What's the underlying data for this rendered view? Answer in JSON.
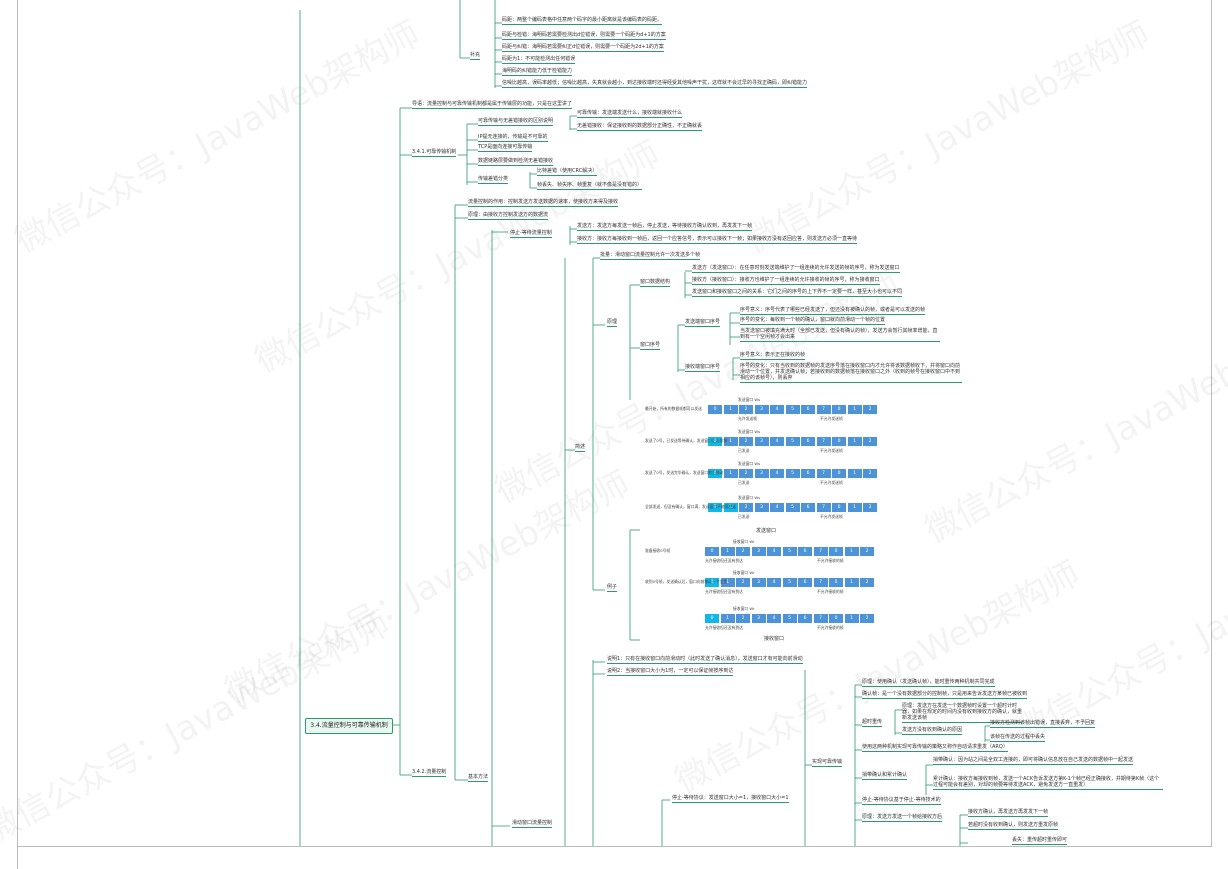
{
  "colors": {
    "branch": "#2a9a71",
    "root_bg": "#e9f7f1",
    "cell_blue": "#4c93d8",
    "cell_cyan": "#11b7e6",
    "frame": "#bdbdbd"
  },
  "watermark": "微信公众号：JavaWeb架构师",
  "root": "3.4.流量控制与可靠传输机制",
  "top_section": {
    "bujuan": "补充",
    "lines": [
      "码距：两整个编码表格中任意两个码字的最小距离就是该编码表的码距。",
      "码距与检错：海明码若需要检测出d位错误，则需要一个码距为d+1的方案",
      "码距与纠错：海明码若需要纠正d位错误，则需要一个码距为2d+1的方案",
      "码距为1：不可能检测出任何错误",
      "海明码的纠错能力低于检错能力",
      "信噪比越高，误码率越低；信噪比越高，失真就会越小，到达接收端时还得经受其他噪声干扰，这样就不会过早的寻找正确码，即纠错能力"
    ]
  },
  "preamble": "导语：流量控制与可靠传输机制都是属于传输层的功能，只是在这里讲了",
  "s341": {
    "label": "3.4.1.可靠传输机制",
    "items": [
      "可靠传输与无差错接收的区别说明",
      "IP提无连接的，传输是不可靠的",
      "TCP是面向连接可靠传输",
      "数据链路层要做到检测无差错接收",
      "传输差错分类"
    ],
    "reliable_sub": [
      "可靠传输：发送端发送什么，接收端就接收什么",
      "无差错接收：保证接收到的数据部分正确性，不正确就丢"
    ],
    "error_sub": [
      "比特差错（使用CRC解决）",
      "帧丢失、帧失序、帧重复（就不像是没有错的）"
    ]
  },
  "s342": {
    "label": "3.4.2.流量控制",
    "purpose": "流量控制的作用：控制发送方发送数据的速率，使接收方来得及接收",
    "principle": "原理：由接收方控制发送方的数据流",
    "basic_method": "基本方法",
    "stopwait": {
      "label": "停止-等待流量控制",
      "items": [
        "发送方：发送方每发送一帧后，停止发送，等待接收方确认收到，再发发下一帧",
        "接收方：接收方每接收到一帧后，返回一个应答信号，表示可以接收下一帧；如果接收方没有返回应答，则发送方必须一直等待"
      ]
    },
    "sliding": {
      "label": "滑动窗口流量控制",
      "overview": "简述",
      "note": "批量：滑动窗口流量控制允许一次发送多个帧",
      "principle": "原理",
      "window_struct": "窗口数据结构",
      "window_struct_items": [
        "发送方（发送窗口）：在任意时刻发送端维护了一组连续的允许发送的帧的序号，称为发送窗口",
        "接收方（接收窗口）：接收方也维护了一组连续的允许接收的帧的序号，称为接收窗口",
        "发送窗口和接收窗口之间的关系：它们之间的序号的上下界不一定要一样，甚至大小也可以不同"
      ],
      "window_seq": "窗口序号",
      "send_seq": "发送端窗口序号",
      "send_seq_items": [
        "序号意义：序号代表了哪些已经发送了，但还没有被确认的帧，或者是可以发送的帧",
        "序号的变化：每收到一个帧的确认，窗口就向前滑动一个帧的位置",
        "当发送窗口被填充满大时（全部已发送，但没有确认的帧），发送方会暂行其帧率增能，直到有一个空闲帧才会出来"
      ],
      "recv_seq": "接收端窗口序号",
      "recv_seq_items": [
        "序号意义：表示正在接收的帧",
        "序号的变化：只有当收到的数据帧的发送序号落在接收窗口内才允许将该数据帧收下，并将窗口向前滑动一个位置，并发送确认帧；若接收到的数据帧落在接收窗口之外（收到的帧号在接收窗口中不到 相应的该帧号），则丢弃"
      ],
      "example": "例子",
      "send_window_caption": "发送窗口",
      "recv_window_caption": "接收窗口",
      "seq_cells": [
        "0",
        "1",
        "2",
        "3",
        "4",
        "5",
        "6",
        "7",
        "0",
        "1",
        "2"
      ],
      "diagram_labels": [
        "发送窗口 Ws",
        "最开始，所有的数据帧都可以发送",
        "发送了0号，已发送等待确认，发送窗口后沿前移",
        "发送了0号，发送完毕确认，发送窗口前沿移动",
        "全部发送，但没有确认，窗口满，发送窗口不能再发送",
        "已发送",
        "允许发送帧",
        "不允许发送帧",
        "允许发送但未发送",
        "已发送并收到确认",
        "允许发送但还没有到达",
        "接收窗口",
        "接收窗口 Wr",
        "准备接收0号帧",
        "收到0号帧，发送确认后，窗口向前移动一个位置",
        "已经收到，没有发送确认",
        "允许接收但还没有到达",
        "不允许接收的帧"
      ],
      "note1": "说明1：只有在接收窗口向前滑动时（此时发送了确认消息），发送窗口才有可能向前滑动",
      "note2": "说明2：当接收窗口大小为1时，一定可以保证帧按序到达",
      "stop_wait_proto": "停止-等待协议：发送窗口大小=1，接收窗口大小=1",
      "impl": "实现可靠传输",
      "impl_items": [
        "原理：使用确认（发送确认帧），能时重传两种机制共同完成",
        "确认帧：是一个没有数据部分的控制帧，只是用来告诉发送方某帧已被收到",
        "超时重传",
        "使用这两种机制实现可靠传输的策略又称作自动请求重发（ARQ）",
        "捎带确认和累计确认"
      ],
      "timeout_items": [
        "原理：发送方在发送一个数据帧时设置一个超时计时器，如果在规定的时间内没有收到接收方的确认，就重新发送该帧",
        "发送方没有收到确认的原因"
      ],
      "timeout_reasons": [
        "接收方检测到该帧出错误，直接丢弃，不予回复",
        "该帧在传送的过程中丢失"
      ],
      "piggy_items": [
        "捎带确认：因为站之间是全双工连接的，即可将确认信息放在自己发送的数据帧中一起发送",
        "累计确认：接收方每接收到帧，发送一个ACK告诉发送方第K-1个帧已经正确接收，并期待第K帧（这个过程可能会有差别，对却的帧要等待发送ACK，避免发送方一直重发）"
      ],
      "sw_items": [
        "停止-等待协议基于停止-等待技术的",
        "原理：发送方发送一个帧给接收方后",
        "接收方确认，再发送方再发发下一帧",
        "若超时没有收到确认，则发送方重发原帧",
        "丢失：重传超时重传即可"
      ]
    }
  }
}
